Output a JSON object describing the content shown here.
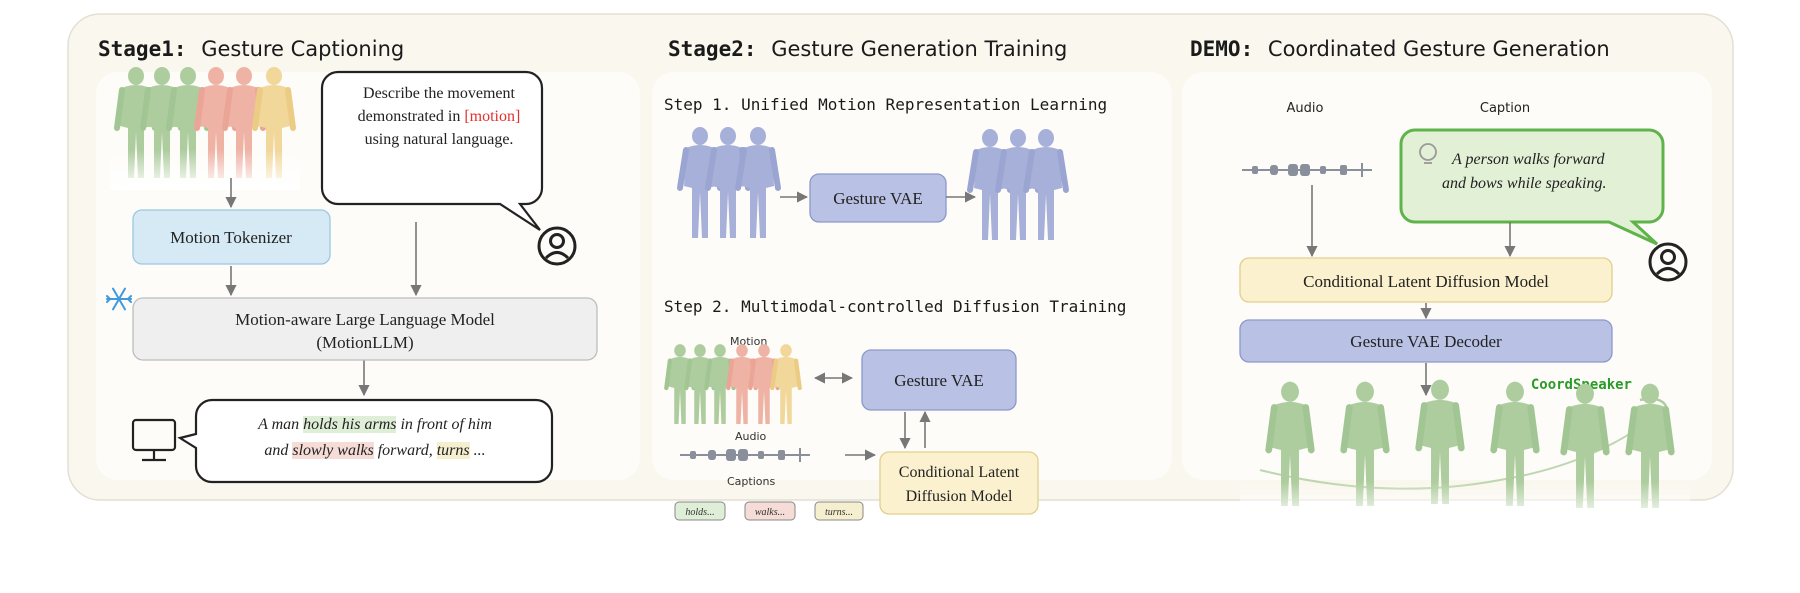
{
  "stage1": {
    "title_bold": "Stage1:",
    "title_rest": "Gesture Captioning",
    "prompt_lines": [
      "Describe the movement",
      "demonstrated in ",
      "[motion]",
      "using natural language."
    ],
    "tokenizer_label": "Motion Tokenizer",
    "llm_label_line1": "Motion-aware Large Language Model",
    "llm_label_line2": "(MotionLLM)",
    "output_parts": [
      {
        "text": "A man ",
        "hl": ""
      },
      {
        "text": "holds his arms",
        "hl": "green"
      },
      {
        "text": " in front of him",
        "hl": ""
      },
      {
        "text": "and ",
        "hl": ""
      },
      {
        "text": "slowly walks",
        "hl": "red"
      },
      {
        "text": " forward, ",
        "hl": ""
      },
      {
        "text": "turns",
        "hl": "yellow"
      },
      {
        "text": " ...",
        "hl": ""
      }
    ]
  },
  "stage2": {
    "title_bold": "Stage2:",
    "title_rest": "Gesture Generation Training",
    "step1": "Step 1. Unified Motion Representation Learning",
    "step1_box": "Gesture VAE",
    "step2": "Step 2. Multimodal-controlled Diffusion Training",
    "motion_label": "Motion",
    "audio_label": "Audio",
    "captions_label": "Captions",
    "caption_chips": [
      "holds...",
      "walks...",
      "turns..."
    ],
    "vae_box": "Gesture VAE",
    "diffusion_line1": "Conditional Latent",
    "diffusion_line2": "Diffusion Model"
  },
  "demo": {
    "title_bold": "DEMO:",
    "title_rest": "Coordinated Gesture Generation",
    "audio_label": "Audio",
    "caption_label": "Caption",
    "caption_line1": "A person walks forward",
    "caption_line2": "and bows while speaking.",
    "diffusion_box": "Conditional Latent Diffusion Model",
    "decoder_box": "Gesture VAE Decoder",
    "brand": "CoordSpeaker"
  },
  "colors": {
    "panel_bg": "#faf7ee",
    "blue_box": "#d6eaf5",
    "purple_box": "#b9c2e4",
    "yellow_box": "#fbf1cf",
    "gray_box": "#efefef",
    "green_figure": "#a9c99b",
    "red_text": "#e33030",
    "brand_green": "#2a9a2a"
  }
}
